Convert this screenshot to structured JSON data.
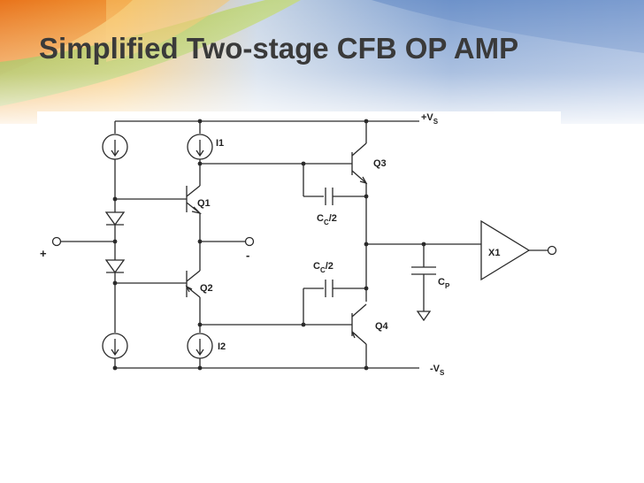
{
  "slide": {
    "title": "Simplified Two-stage CFB OP AMP"
  },
  "schematic": {
    "supply_pos": {
      "main": "+V",
      "sub": "S"
    },
    "supply_neg": {
      "main": "-V",
      "sub": "S"
    },
    "input_plus": "+",
    "input_minus": "-",
    "components": {
      "i1": "I1",
      "i2": "I2",
      "q1": "Q1",
      "q2": "Q2",
      "q3": "Q3",
      "q4": "Q4",
      "x1": "X1",
      "cc_top": {
        "main": "C",
        "sub": "C",
        "tail": "/2"
      },
      "cc_bottom": {
        "main": "C",
        "sub": "C",
        "tail": "/2"
      },
      "cp": {
        "main": "C",
        "sub": "P"
      }
    }
  },
  "colors": {
    "wire": "#2a2a2a",
    "title": "#3a3a3a",
    "banner_orange": "#e8791d",
    "banner_green": "#9cc43c",
    "banner_blue": "#5d86c4"
  }
}
